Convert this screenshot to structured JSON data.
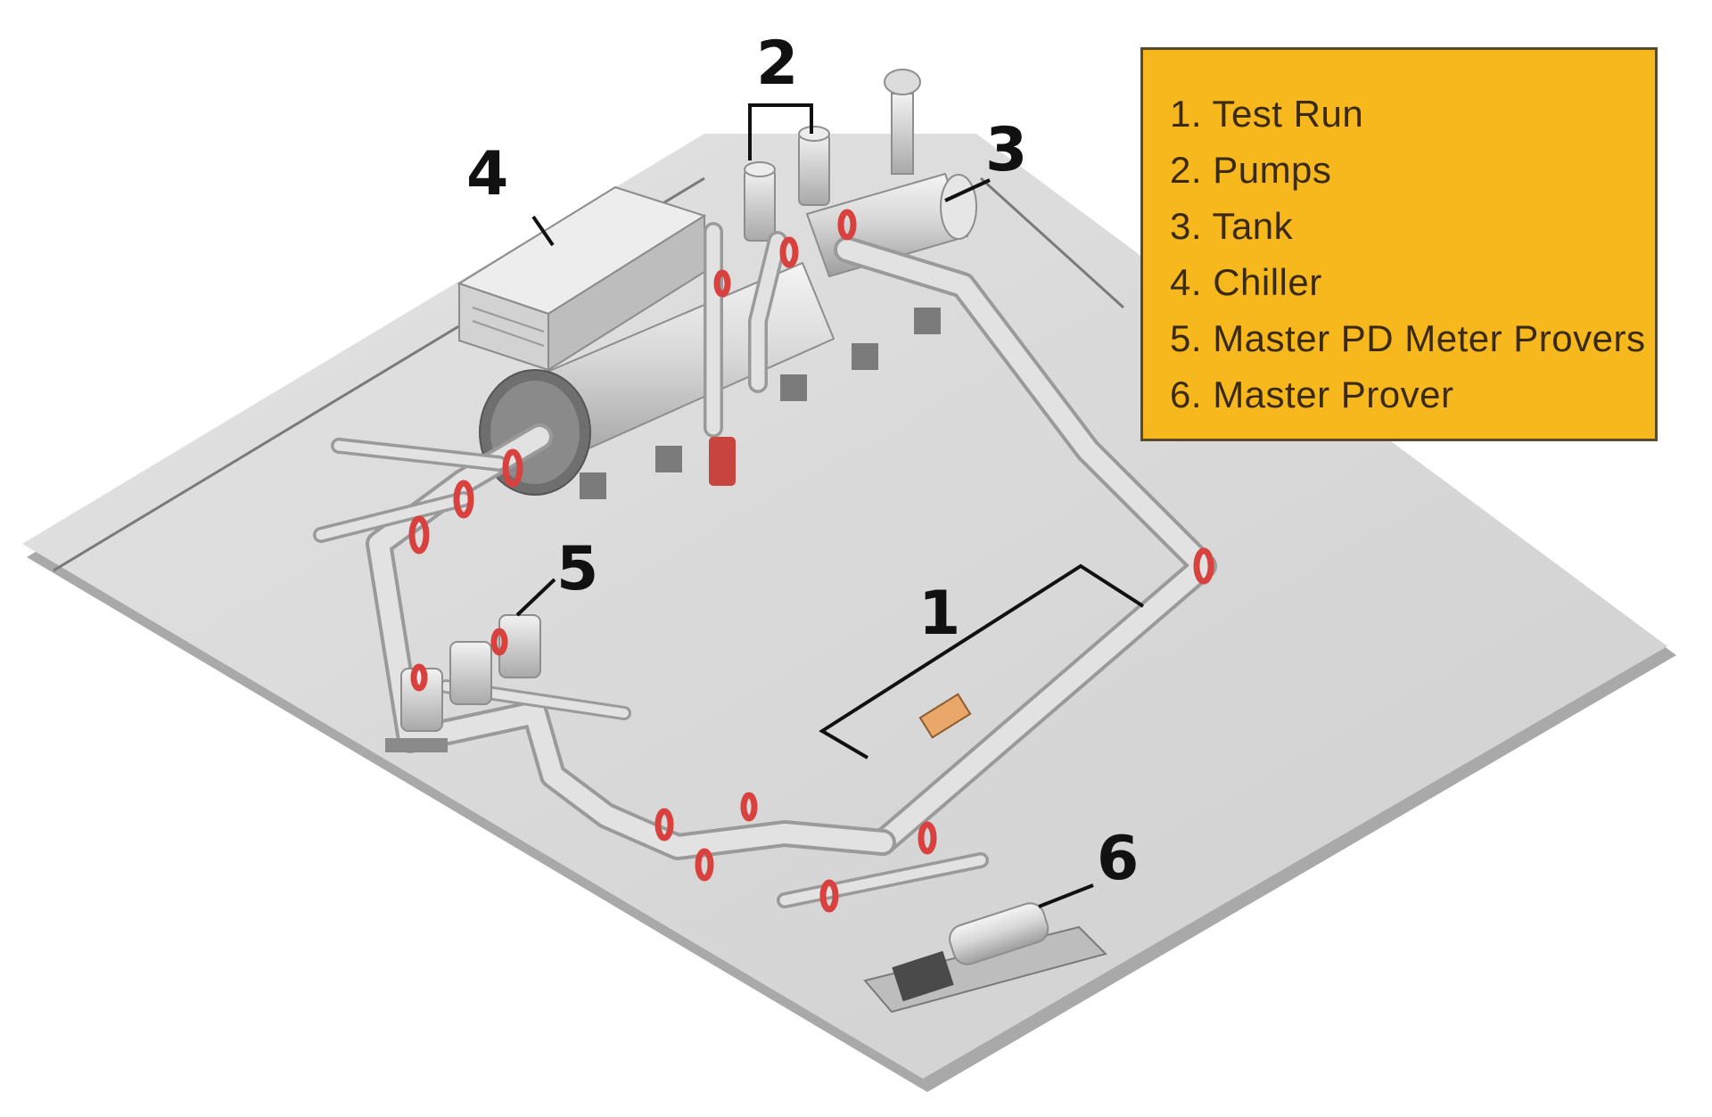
{
  "callouts": {
    "c1": "1",
    "c2": "2",
    "c3": "3",
    "c4": "4",
    "c5": "5",
    "c6": "6"
  },
  "legend": {
    "items": [
      "1. Test Run",
      "2. Pumps",
      "3. Tank",
      "4. Chiller",
      "5. Master PD Meter Provers",
      "6. Master Prover"
    ]
  },
  "colors": {
    "legend_bg": "#f6b81c",
    "floor": "#dcdcdc",
    "flange": "#d9413f",
    "pipe": "#cfcfcf"
  }
}
